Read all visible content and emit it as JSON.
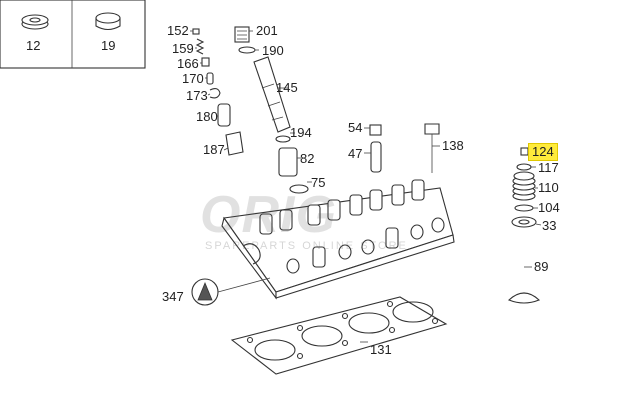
{
  "inset_labels": {
    "left": "12",
    "right": "19"
  },
  "parts": {
    "p152": "152",
    "p159": "159",
    "p166": "166",
    "p170": "170",
    "p173": "173",
    "p180": "180",
    "p187": "187",
    "p201": "201",
    "p190": "190",
    "p145": "145",
    "p194": "194",
    "p82": "82",
    "p75": "75",
    "p54": "54",
    "p47": "47",
    "p138": "138",
    "p124": "124",
    "p117": "117",
    "p110": "110",
    "p104": "104",
    "p33": "33",
    "p89": "89",
    "p347": "347",
    "p131": "131"
  },
  "highlight": {
    "part": "124",
    "color": "#ffeb3b"
  },
  "watermark": {
    "text": "ORIG",
    "sub": "SPAREPARTS ONLINE STORE"
  }
}
